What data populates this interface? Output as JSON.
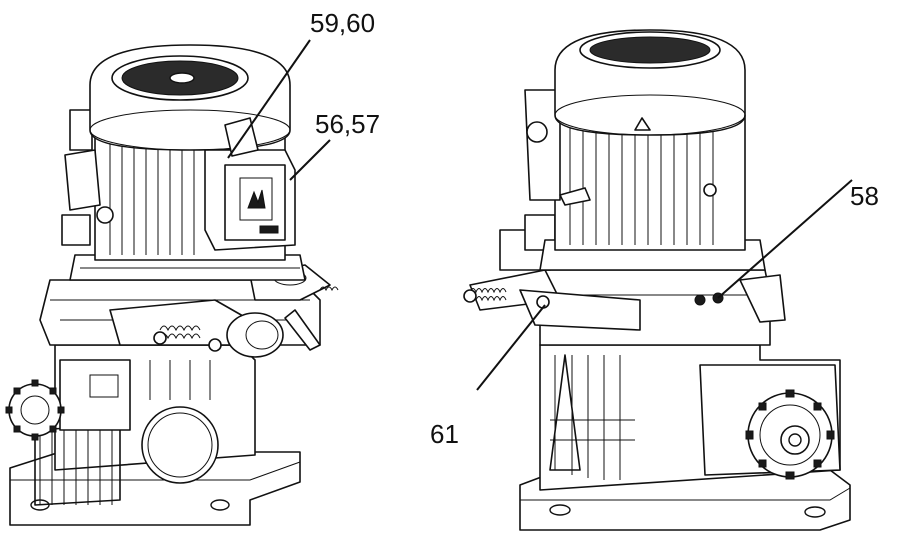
{
  "callouts": {
    "c5960": "59,60",
    "c5657": "56,57",
    "c58": "58",
    "c61": "61"
  },
  "colors": {
    "ink": "#111111",
    "paper": "#ffffff"
  }
}
